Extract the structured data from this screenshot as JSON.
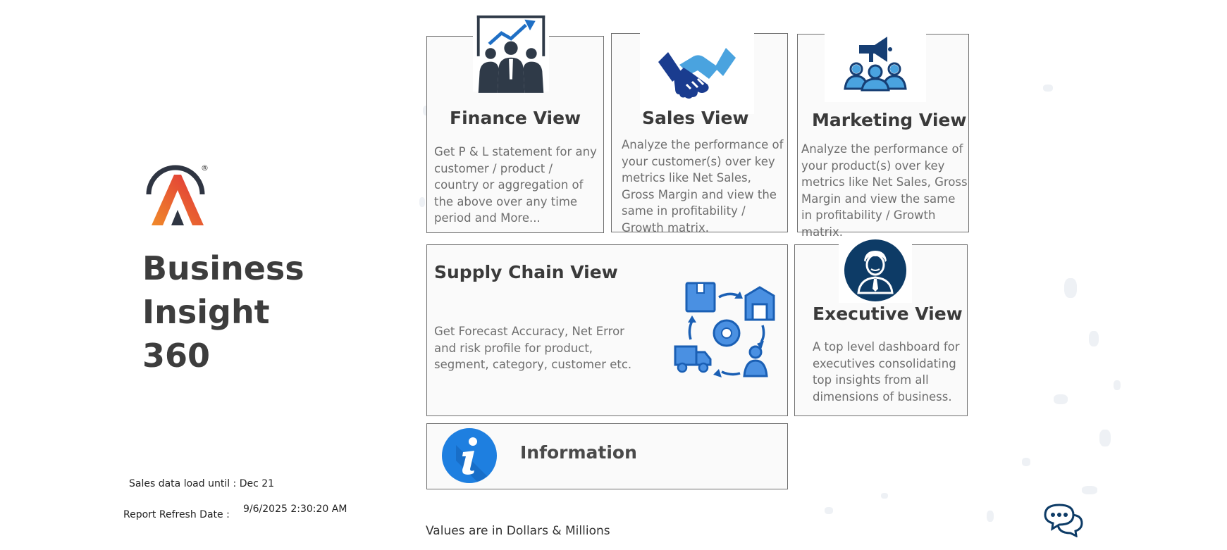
{
  "brand": {
    "title_line1": "Business Insight",
    "title_line2": "360",
    "logo_icon": "atliq-logo-icon",
    "logo_mark": "®"
  },
  "footer": {
    "sales_load_label": "Sales data load until : Dec 21",
    "refresh_label": "Report Refresh Date  :",
    "refresh_value": "9/6/2025 2:30:20 AM"
  },
  "cards": {
    "finance": {
      "title": "Finance View",
      "description": "Get P & L statement for any customer / product / country or aggregation of the above over any time period and More...",
      "icon": "team-growth-presentation-icon"
    },
    "sales": {
      "title": "Sales View",
      "description": "Analyze the performance of your customer(s) over key metrics like Net Sales, Gross Margin and view the same in profitability / Growth matrix.",
      "icon": "handshake-icon"
    },
    "marketing": {
      "title": "Marketing View",
      "description": "Analyze the performance of your product(s) over key metrics like Net Sales, Gross Margin and view the same in profitability / Growth matrix.",
      "icon": "megaphone-team-icon"
    },
    "supply_chain": {
      "title": "Supply Chain View",
      "description": "Get Forecast Accuracy, Net Error and risk profile for product, segment, category, customer etc.",
      "icon": "supply-chain-cycle-icon"
    },
    "executive": {
      "title": "Executive View",
      "description": "A top level dashboard for executives consolidating top insights from all dimensions of business.",
      "icon": "executive-avatar-icon"
    },
    "information": {
      "title": "Information",
      "icon": "info-icon"
    }
  },
  "note": "Values are in Dollars & Millions",
  "chat_icon": "chat-bubbles-icon",
  "colors": {
    "primary_blue": "#1f6fc5",
    "dark_navy": "#0d3b66",
    "logo_orange": "#f26a2e",
    "logo_red": "#e0313a",
    "title_text": "#3d3d3d",
    "desc_text": "#6e6e6e"
  }
}
